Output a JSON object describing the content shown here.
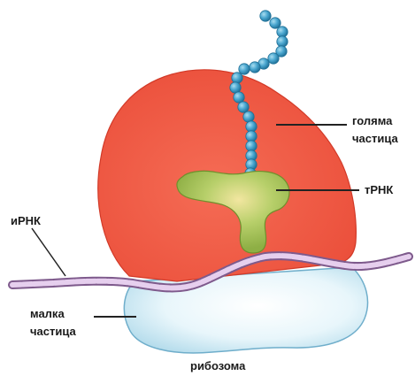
{
  "labels": {
    "large_subunit": "голяма\nчастица",
    "trna": "тРНК",
    "mrna": "иРНК",
    "small_subunit": "малка\nчастица",
    "ribosome": "рибозома"
  },
  "colors": {
    "large_subunit": "#ef5a44",
    "large_subunit_outline": "#d23a28",
    "small_subunit": "#d6eef6",
    "small_subunit_outline": "#6faecb",
    "trna": "#9fbf52",
    "trna_outline": "#6f8f2c",
    "mrna_fill": "#e6cfee",
    "mrna_outline": "#7e5a8c",
    "peptide_bead": "#49a6cf",
    "peptide_bead_outline": "#1f6f96",
    "leader_line": "#222222"
  },
  "icons": {
    "peptide": "bead-chain",
    "trna": "trna-shape",
    "mrna": "nucleotide-strand"
  }
}
